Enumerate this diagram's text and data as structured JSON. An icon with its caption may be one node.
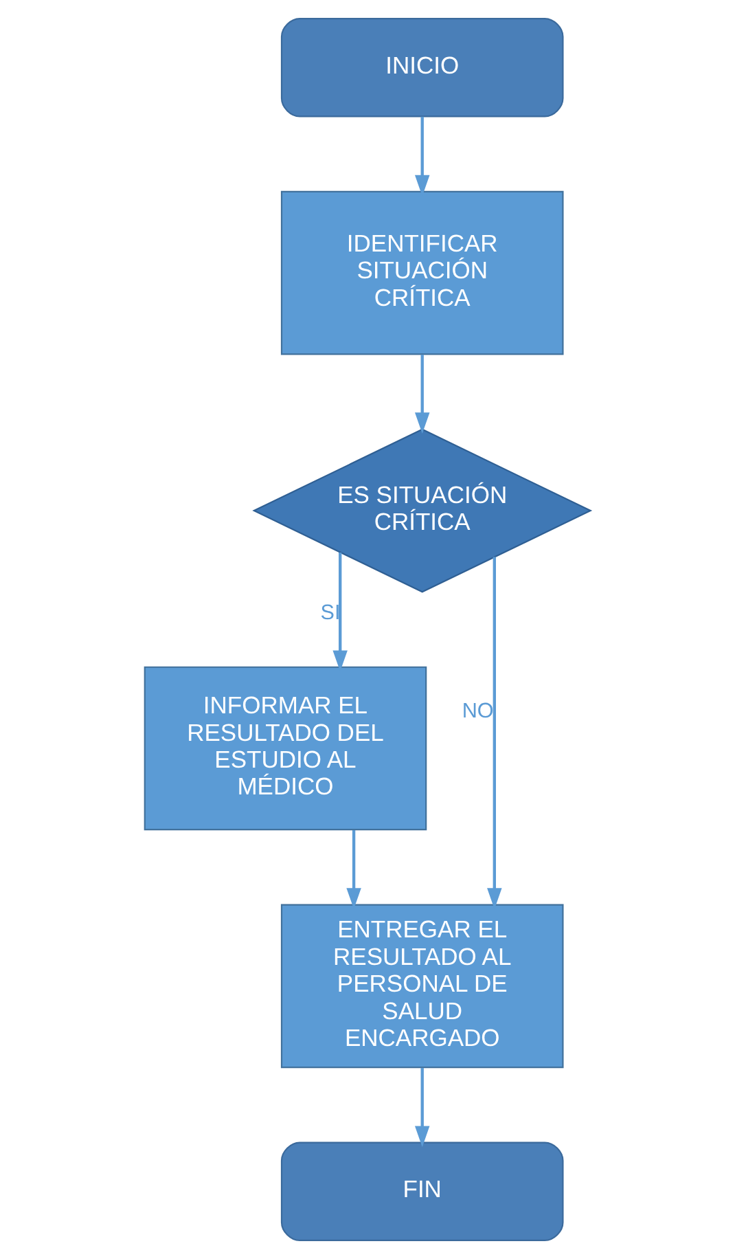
{
  "diagram": {
    "nodes": [
      {
        "text": [
          "INICIO"
        ]
      },
      {
        "text": [
          "IDENTIFICAR SITUACIÓN CRÍTICA"
        ]
      },
      {
        "text": [
          "ES SITUACIÓN CRÍTICA"
        ]
      },
      {
        "text": [
          "INFORMAR EL RESULTADO DEL ESTUDIO AL MÉDICO"
        ]
      },
      {
        "text": [
          "ENTREGAR EL RESULTADO AL PERSONAL DE SALUD ENCARGADO"
        ]
      },
      {
        "text": [
          "FIN"
        ]
      }
    ],
    "edges": [
      {
        "from": 0,
        "to": 1,
        "arrow": "to"
      },
      {
        "from": 1,
        "to": 2,
        "arrow": "to"
      },
      {
        "from": 2,
        "to": 3,
        "arrow": "to",
        "label": "SI"
      },
      {
        "from": 3,
        "to": 4,
        "arrow": "to"
      },
      {
        "from": 2,
        "to": 4,
        "arrow": "to",
        "label": "NO"
      },
      {
        "from": 4,
        "to": 5,
        "arrow": "to"
      }
    ]
  }
}
